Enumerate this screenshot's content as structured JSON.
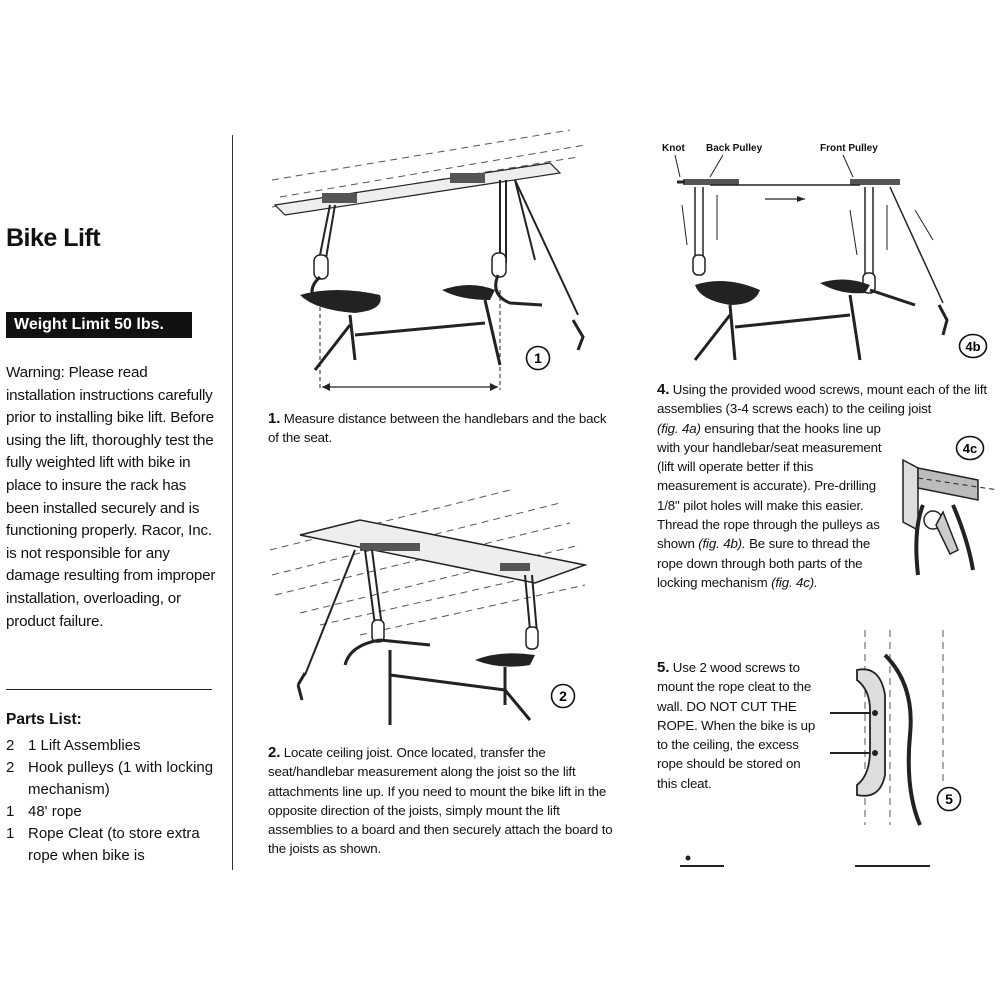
{
  "title": "Bike Lift",
  "weight_banner": "Weight Limit 50 lbs.",
  "warning": "Warning:  Please read installation instructions carefully prior to installing bike lift. Before using the lift, thoroughly test the fully weighted lift with bike in place to insure the rack has been installed securely and is functioning properly. Racor, Inc. is not responsible for any damage resulting from improper installation, overloading, or product failure.",
  "parts": {
    "heading": "Parts List:",
    "items": [
      {
        "qty": "2",
        "text": "1 Lift Assemblies"
      },
      {
        "qty": "2",
        "text": "Hook pulleys (1 with locking mechanism)"
      },
      {
        "qty": "1",
        "text": "48' rope"
      },
      {
        "qty": "1",
        "text": "Rope Cleat (to store extra rope when bike is"
      }
    ]
  },
  "steps": {
    "step1": {
      "num": "1.",
      "text": "Measure distance between the handlebars and the back of the seat."
    },
    "step2": {
      "num": "2.",
      "text": "Locate ceiling joist. Once located, transfer the seat/handlebar measurement along the joist so the lift attachments line up. If you need to mount the bike lift in the opposite direction of the joists, simply mount the lift assemblies to a board and then securely attach the board to the joists as shown."
    },
    "step4": {
      "num": "4.",
      "text_a": "Using the provided wood screws, mount each of the lift assemblies (3-4 screws each) to the ceiling joist",
      "ref_a": "(fig. 4a)",
      "text_b": "ensuring that the hooks line up with your handlebar/seat measurement (lift will operate better if this measurement is accurate). Pre-drilling 1/8\" pilot holes will make this easier. Thread the rope through the pulleys as shown",
      "ref_b": "(fig. 4b).",
      "text_c": "Be sure to thread the rope down through both parts of the locking mechanism",
      "ref_c": "(fig. 4c)."
    },
    "step5": {
      "num": "5.",
      "text": "Use 2 wood screws to mount the rope cleat to the wall. DO NOT CUT THE ROPE. When the bike is up to the ceiling, the excess rope should be stored on this cleat."
    }
  },
  "figures": {
    "fig1": "1",
    "fig2": "2",
    "fig4b": "4b",
    "fig4c": "4c",
    "fig5": "5",
    "labels": {
      "knot": "Knot",
      "back_pulley": "Back Pulley",
      "front_pulley": "Front Pulley"
    }
  }
}
